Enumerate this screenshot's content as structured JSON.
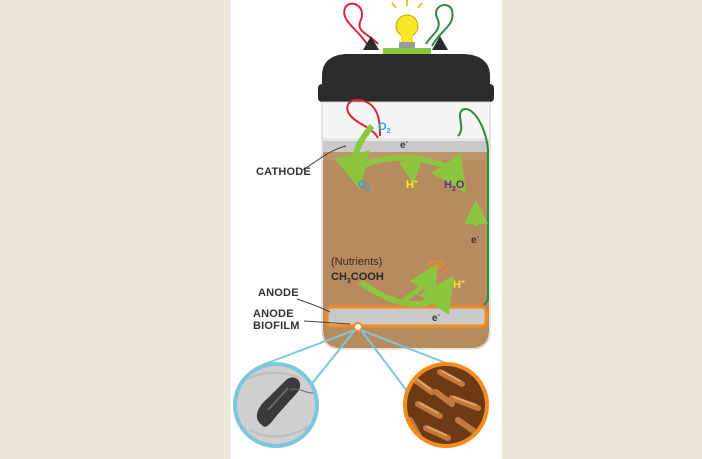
{
  "labels": {
    "cathode": "CATHODE",
    "anode": "ANODE",
    "anode_biofilm_line1": "ANODE",
    "anode_biofilm_line2": "BIOFILM"
  },
  "chemistry": {
    "oxygen_top_base": "O",
    "oxygen_top_sub": "2",
    "oxygen_mid_base": "O",
    "oxygen_mid_sub": "2",
    "hydrogen_ion_cathode_base": "H",
    "hydrogen_ion_cathode_sup": "+",
    "water_h": "H",
    "water_sub": "2",
    "water_o": "O",
    "electron_cathode_base": "e",
    "electron_cathode_sup": "-",
    "electron_wire_base": "e",
    "electron_wire_sup": "-",
    "electron_anode_base": "e",
    "electron_anode_sup": "-",
    "nutrients": "(Nutrients)",
    "acetate_a": "CH",
    "acetate_sub": "3",
    "acetate_b": "COOH",
    "co2_base": "CO",
    "co2_sub": "2",
    "hydrogen_ion_anode_base": "H",
    "hydrogen_ion_anode_sup": "+"
  },
  "colors": {
    "background": "#ece7d8",
    "panel": "#ffffff",
    "lid": "#2b2b2b",
    "liquid": "#b88a5f",
    "electrode": "#c9c9c9",
    "anode_frame": "#f28c1e",
    "arrow_green": "#8cc63f",
    "oxygen_blue": "#29a8e0",
    "hydrogen_yellow": "#f7e628",
    "water_purple": "#5b2d86",
    "co2_orange": "#f28c1e",
    "wire_red": "#d7263d",
    "wire_green": "#2e8b3e",
    "callout_blue": "#7ac8dc"
  },
  "icons": {
    "bulb": "light-bulb-icon",
    "left_micrograph": "single-bacterium-micrograph",
    "right_micrograph": "bacteria-cluster-micrograph"
  }
}
